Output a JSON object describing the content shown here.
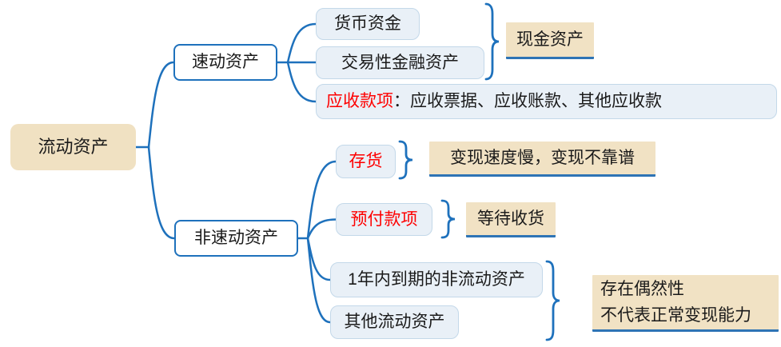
{
  "mindmap": {
    "root": {
      "label": "流动资产"
    },
    "quick": {
      "label": "速动资产"
    },
    "monetary": {
      "label": "货币资金"
    },
    "trading": {
      "label": "交易性金融资产"
    },
    "receivables": {
      "head": "应收款项",
      "rest": "：应收票据、应收账款、其他应收款"
    },
    "cash": {
      "label": "现金资产"
    },
    "non_quick": {
      "label": "非速动资产"
    },
    "inventory": {
      "label": "存货",
      "note": "变现速度慢，变现不靠谱"
    },
    "prepayments": {
      "label": "预付款项",
      "note": "等待收货"
    },
    "noncurrent_due": {
      "label": "1年内到期的非流动资产"
    },
    "other_current": {
      "label": "其他流动资产"
    },
    "summary_note": {
      "line1": "存在偶然性",
      "line2": "不代表正常变现能力"
    }
  },
  "colors": {
    "line_blue": "#1E71BC",
    "underline_blue": "#2E74B5",
    "beige_fill": "#F1E2C4",
    "light_blue_fill": "#E9F0F7",
    "light_blue_border": "#C3D8E9",
    "red_text": "#FE0000",
    "black_text": "#1A1A1A",
    "white_fill": "#FFFFFF"
  }
}
